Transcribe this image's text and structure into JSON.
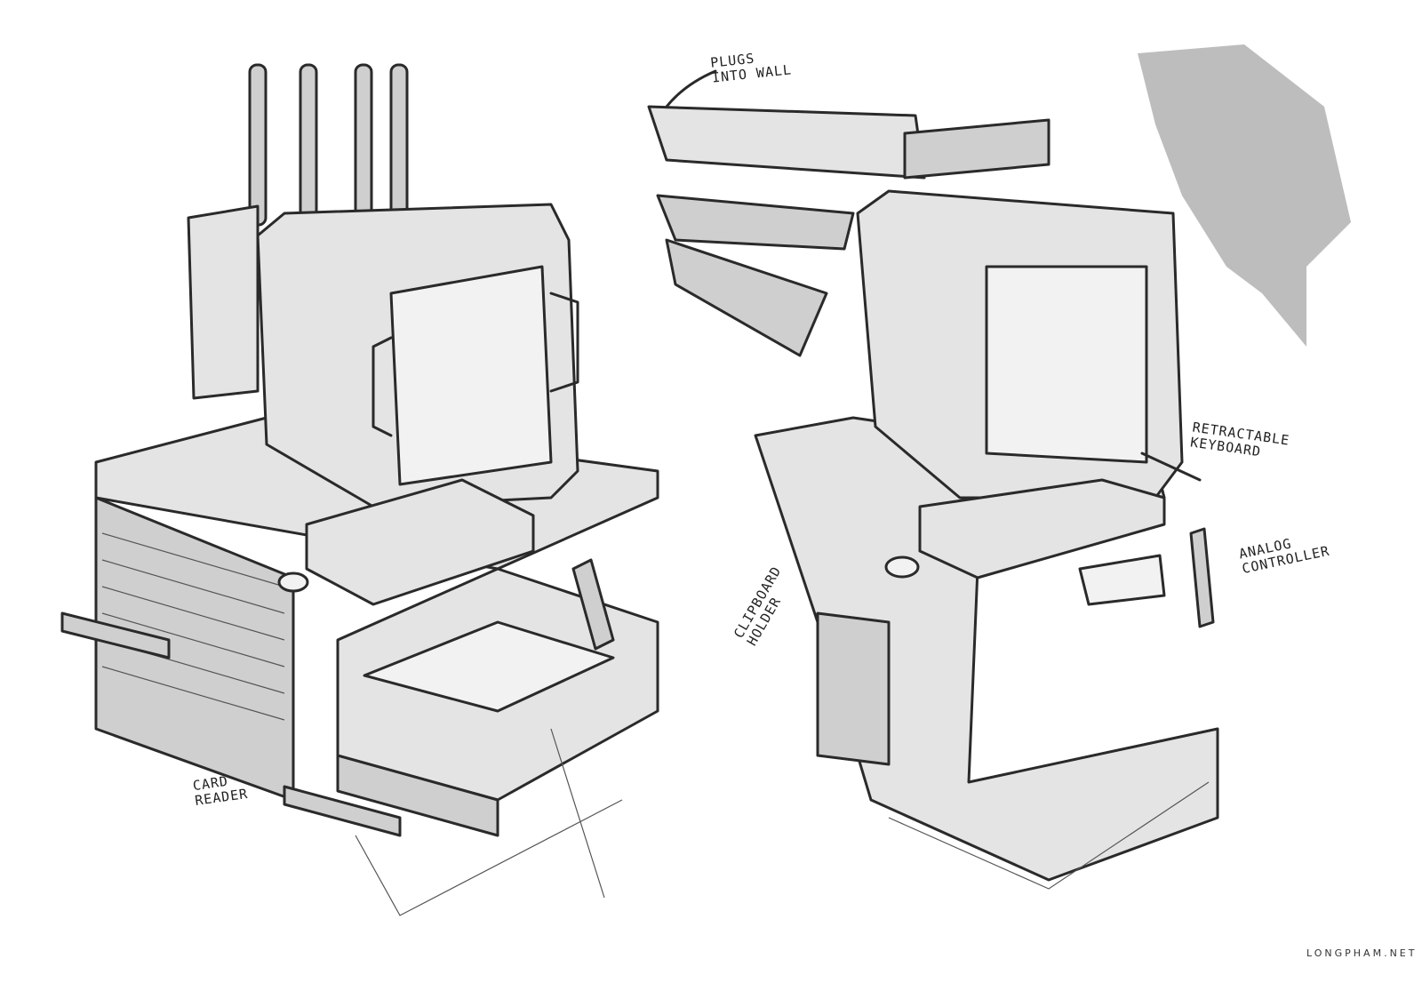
{
  "annotations": {
    "plugs_into_wall": "Plugs\ninto wall",
    "retractable_keyboard": "Retractable\nkeyboard",
    "analog_controller": "Analog\ncontroller",
    "clipboard_holder": "Clipboard\nholder",
    "card_reader": "Card\nreader"
  },
  "watermark": "LONGPHAM.NET",
  "colors": {
    "line": "#2a2a2a",
    "shade": "#cfcfcf",
    "background": "#ffffff"
  }
}
